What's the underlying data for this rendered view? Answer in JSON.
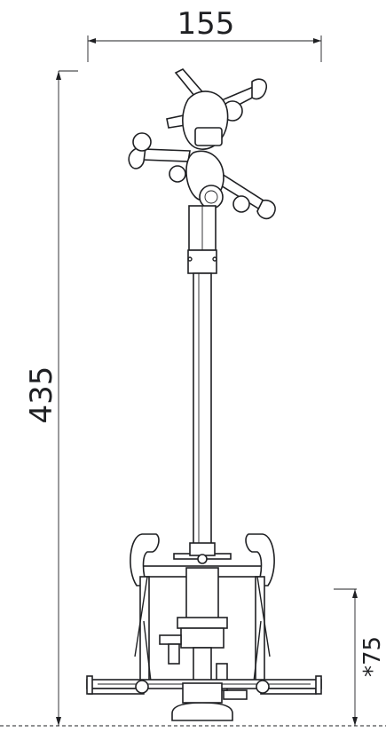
{
  "dimensions": {
    "width_label": "155",
    "height_label": "435",
    "base_height_label": "*75"
  },
  "colors": {
    "line": "#1f2023",
    "background": "#ffffff"
  }
}
